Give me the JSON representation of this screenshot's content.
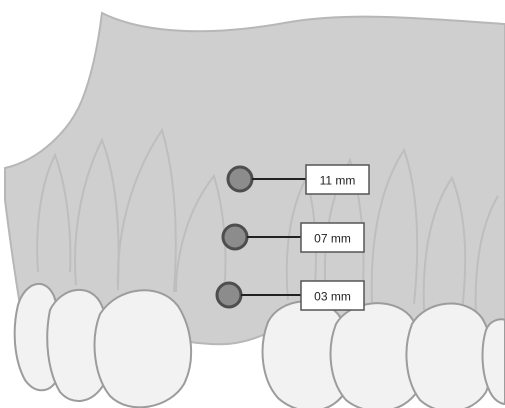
{
  "diagram": {
    "colors": {
      "gum": "#cfcfcf",
      "gum_stroke": "#b7b7b7",
      "tooth_fill": "#f2f2f2",
      "tooth_stroke": "#9c9c9c",
      "marker_fill": "#8c8c8c",
      "marker_stroke": "#4e4e4e",
      "label_fill": "#ffffff",
      "label_stroke": "#555555",
      "leader": "#222222"
    },
    "markers": [
      {
        "label": "11 mm"
      },
      {
        "label": "07 mm"
      },
      {
        "label": "03 mm"
      }
    ]
  }
}
